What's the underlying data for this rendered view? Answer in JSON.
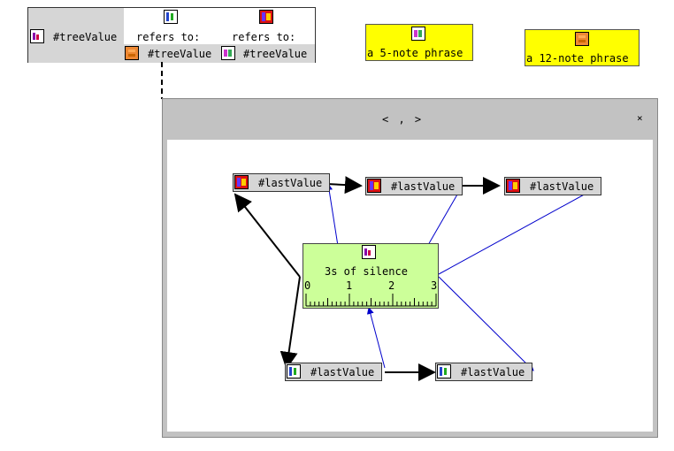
{
  "tree_panel": {
    "root_label": "#treeValue",
    "col1_header": "refers to:",
    "col2_header": "refers to:",
    "col1_value": "#treeValue",
    "col2_value": "#treeValue"
  },
  "phrases": [
    {
      "label": "a 5-note phrase"
    },
    {
      "label": "a 12-note phrase"
    }
  ],
  "window": {
    "title": "< , >",
    "close_label": "×"
  },
  "nodes": {
    "top_left": "#lastValue",
    "top_mid": "#lastValue",
    "top_right": "#lastValue",
    "bottom_left": "#lastValue",
    "bottom_right": "#lastValue"
  },
  "silence": {
    "label": "3s of silence",
    "ticks": [
      "0",
      "1",
      "2",
      "3"
    ]
  },
  "colors": {
    "phrase_bg": "#ffff00",
    "silence_bg": "#ccff99",
    "node_bg": "#d6d6d6",
    "window_bg": "#c2c2c2",
    "link_blue": "#0000cc"
  }
}
